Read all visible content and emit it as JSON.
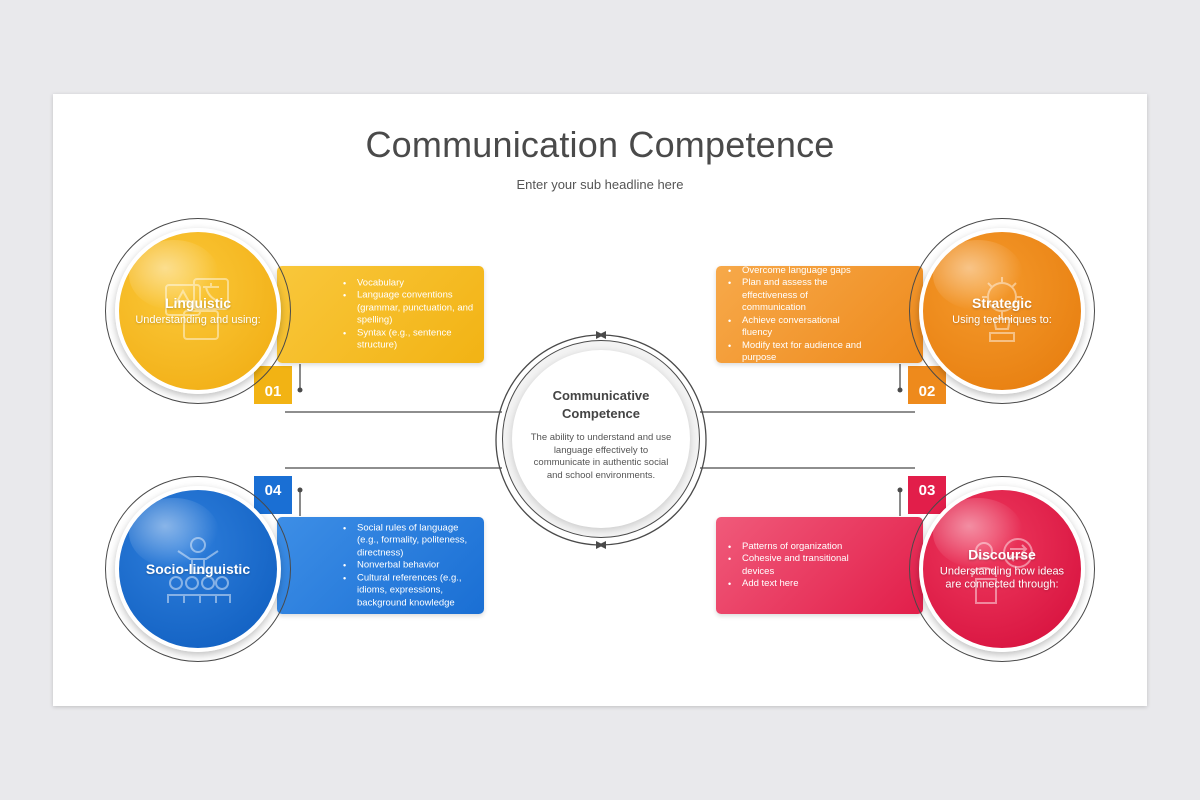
{
  "slide": {
    "title": "Communication Competence",
    "subtitle": "Enter your sub headline here"
  },
  "center": {
    "title_line1": "Communicative",
    "title_line2": "Competence",
    "description": "The ability to understand and use language effectively to communicate in authentic social and school environments."
  },
  "quadrants": [
    {
      "number": "01",
      "title": "Linguistic",
      "subtitle": "Understanding and using:",
      "icon": "translate-icon",
      "color": "#f2b314",
      "items": [
        "Vocabulary",
        "Language conventions (grammar, punctuation, and spelling)",
        "Syntax (e.g., sentence structure)"
      ]
    },
    {
      "number": "02",
      "title": "Strategic",
      "subtitle": "Using techniques to:",
      "icon": "gear-chess-icon",
      "color": "#ee8a1c",
      "items": [
        "Overcome language gaps",
        "Plan and assess the effectiveness of communication",
        "Achieve conversational fluency",
        "Modify text for audience and purpose"
      ]
    },
    {
      "number": "03",
      "title": "Discourse",
      "subtitle": "Understanding how ideas are connected through:",
      "icon": "speaker-podium-icon",
      "color": "#e21e4a",
      "items": [
        "Patterns of organization",
        "Cohesive and transitional devices",
        "Add text here"
      ]
    },
    {
      "number": "04",
      "title": "Socio-linguistic",
      "subtitle": "",
      "icon": "audience-speaker-icon",
      "color": "#1a6fd4",
      "items": [
        "Social rules of language (e.g., formality, politeness, directness)",
        "Nonverbal behavior",
        "Cultural references (e.g., idioms, expressions, background knowledge"
      ]
    }
  ]
}
